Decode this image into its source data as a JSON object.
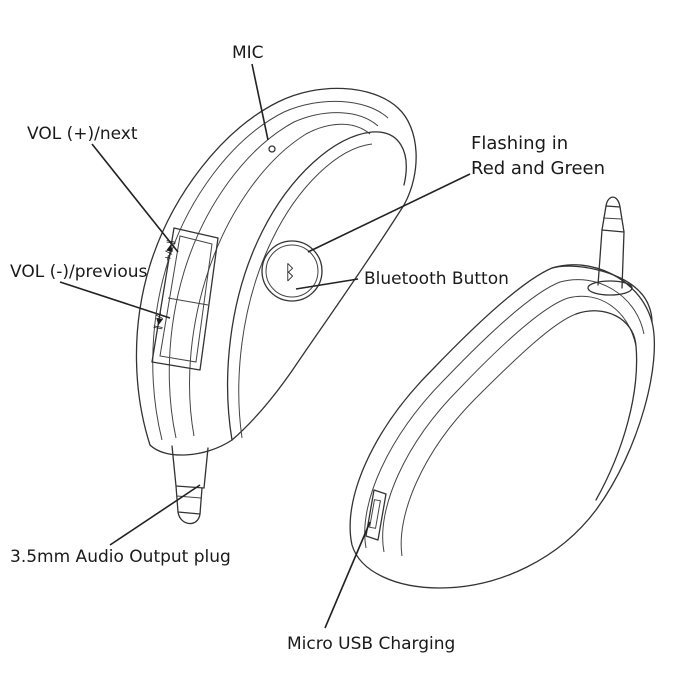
{
  "labels": {
    "mic": "MIC",
    "vol_plus": "VOL (+)/next",
    "vol_minus": "VOL (-)/previous",
    "flashing_line1": "Flashing in",
    "flashing_line2": "Red and Green",
    "bluetooth_button": "Bluetooth Button",
    "audio_plug": "3.5mm Audio Output plug",
    "micro_usb": "Micro USB Charging"
  },
  "device": {
    "bluetooth_symbol": "ᛒ",
    "button_marks": [
      "+/▶‖",
      "‖◀/-"
    ]
  }
}
